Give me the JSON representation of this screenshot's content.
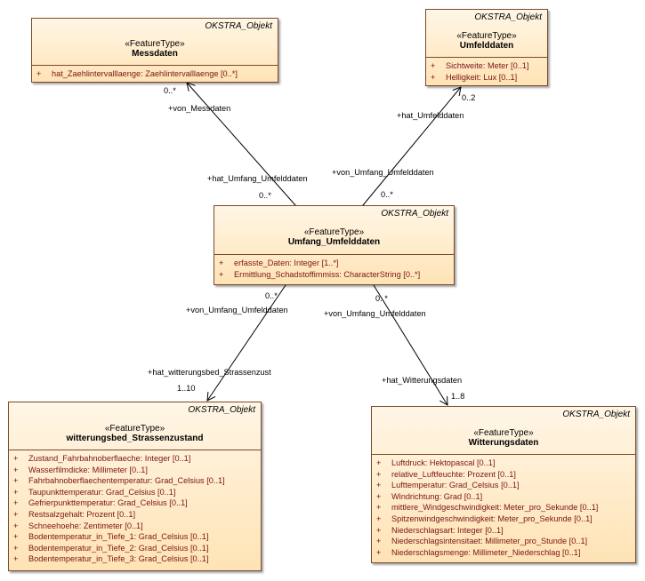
{
  "classes": {
    "messdaten": {
      "corner": "OKSTRA_Objekt",
      "stereotype": "«FeatureType»",
      "name": "Messdaten",
      "attributes": [
        "hat_Zaehlintervalllaenge: Zaehlintervalllaenge [0..*]"
      ]
    },
    "umfelddaten": {
      "corner": "OKSTRA_Objekt",
      "stereotype": "«FeatureType»",
      "name": "Umfelddaten",
      "attributes": [
        "Sichtweite: Meter [0..1]",
        "Helligkeit: Lux [0..1]"
      ]
    },
    "umfang": {
      "corner": "OKSTRA_Objekt",
      "stereotype": "«FeatureType»",
      "name": "Umfang_Umfelddaten",
      "attributes": [
        "erfasste_Daten: Integer [1..*]",
        "Ermittlung_Schadstoffimmiss: CharacterString [0..*]"
      ]
    },
    "strassen": {
      "corner": "OKSTRA_Objekt",
      "stereotype": "«FeatureType»",
      "name": "witterungsbed_Strassenzustand",
      "attributes": [
        "Zustand_Fahrbahnoberflaeche: Integer [0..1]",
        "Wasserfilmdicke: Millimeter [0..1]",
        "Fahrbahnoberflaechentemperatur: Grad_Celsius [0..1]",
        "Taupunkttemperatur: Grad_Celsius [0..1]",
        "Gefrierpunkttemperatur: Grad_Celsius [0..1]",
        "Restsalzgehalt: Prozent [0..1]",
        "Schneehoehe: Zentimeter [0..1]",
        "Bodentemperatur_in_Tiefe_1: Grad_Celsius [0..1]",
        "Bodentemperatur_in_Tiefe_2: Grad_Celsius [0..1]",
        "Bodentemperatur_in_Tiefe_3: Grad_Celsius [0..1]"
      ]
    },
    "witterung": {
      "corner": "OKSTRA_Objekt",
      "stereotype": "«FeatureType»",
      "name": "Witterungsdaten",
      "attributes": [
        "Luftdruck: Hektopascal [0..1]",
        "relative_Luftfeuchte: Prozent [0..1]",
        "Lufttemperatur: Grad_Celsius [0..1]",
        "Windrichtung: Grad [0..1]",
        "mittlere_Windgeschwindigkeit: Meter_pro_Sekunde [0..1]",
        "Spitzenwindgeschwindigkeit: Meter_pro_Sekunde [0..1]",
        "Niederschlagsart: Integer [0..1]",
        "Niederschlagsintensitaet: Millimeter_pro_Stunde [0..1]",
        "Niederschlagsmenge: Millimeter_Niederschlag [0..1]"
      ]
    }
  },
  "plus_sign": "+",
  "associations": {
    "messdaten": {
      "role_top": "+von_Messdaten",
      "mult_top": "0..*",
      "role_bottom": "+hat_Umfang_Umfelddaten",
      "mult_bottom": "0..*"
    },
    "umfelddaten": {
      "role_top": "+hat_Umfelddaten",
      "mult_top": "0..2",
      "role_bottom": "+von_Umfang_Umfelddaten",
      "mult_bottom": "0..*"
    },
    "strassen": {
      "role_top": "+von_Umfang_Umfelddaten",
      "mult_top": "0..*",
      "role_bottom": "+hat_witterungsbed_Strassenzust",
      "mult_bottom": "1..10"
    },
    "witterung": {
      "role_top": "+von_Umfang_Umfelddaten",
      "mult_top": "0..*",
      "role_bottom": "+hat_Witterungsdaten",
      "mult_bottom": "1..8"
    }
  },
  "colors": {
    "attribute_text": "#7a1414",
    "border": "#7a4a2a",
    "fill_top": "#fff6e6",
    "fill_bottom": "#ffe3b5"
  }
}
